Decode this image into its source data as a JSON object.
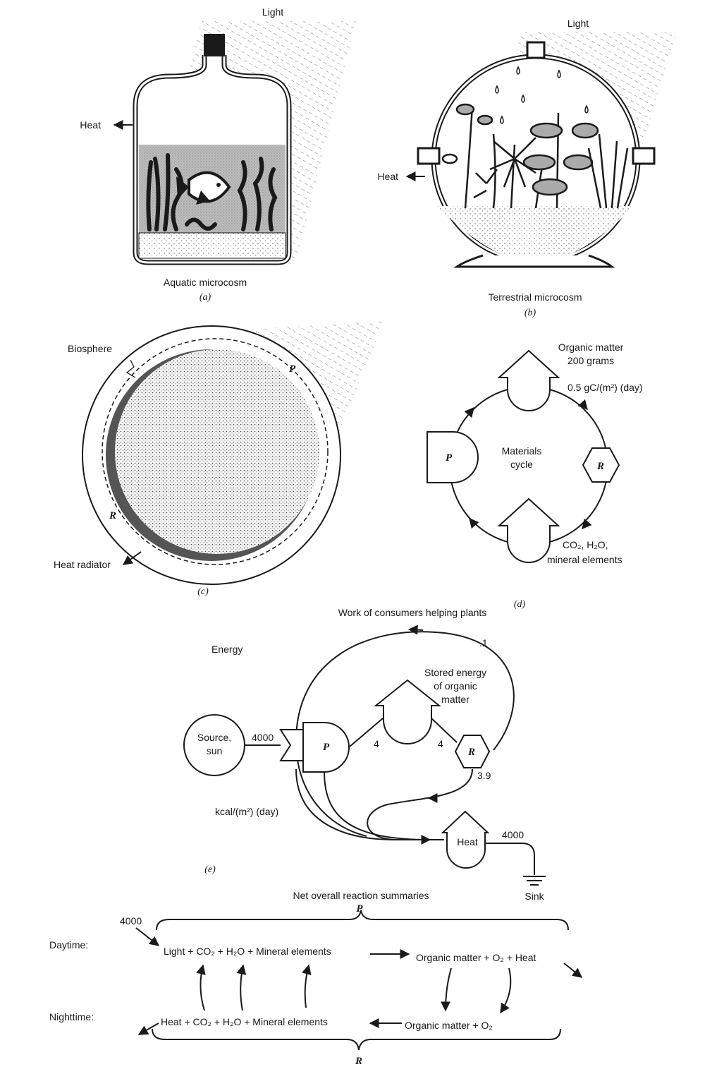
{
  "panel_a": {
    "light": "Light",
    "heat": "Heat",
    "title": "Aquatic microcosm",
    "letter": "(a)"
  },
  "panel_b": {
    "light": "Light",
    "heat": "Heat",
    "title": "Terrestrial microcosm",
    "letter": "(b)"
  },
  "panel_c": {
    "biosphere": "Biosphere",
    "p": "P",
    "r": "R",
    "heat_radiator": "Heat radiator",
    "letter": "(c)"
  },
  "panel_d": {
    "organic_matter": "Organic matter",
    "grams": "200 grams",
    "rate": "0.5 gC/(m²) (day)",
    "p": "P",
    "materials": "Materials",
    "cycle": "cycle",
    "r": "R",
    "co2": "CO₂, H₂O,",
    "minerals": "mineral elements",
    "letter": "(d)"
  },
  "panel_e": {
    "work": "Work of consumers helping plants",
    "energy": "Energy",
    "work_value": ".1",
    "stored_1": "Stored energy",
    "stored_2": "of organic",
    "stored_3": "matter",
    "source_1": "Source,",
    "source_2": "sun",
    "input": "4000",
    "p": "P",
    "flow_pr_1": "4",
    "flow_pr_2": "4",
    "r": "R",
    "r_loss": "3.9",
    "units": "kcal/(m²) (day)",
    "heat": "Heat",
    "heat_value": "4000",
    "sink": "Sink",
    "letter": "(e)"
  },
  "summary": {
    "title": "Net overall reaction summaries",
    "p": "P",
    "input": "4000",
    "daytime": "Daytime:",
    "day_left": "Light + CO₂ + H₂O + Mineral elements",
    "day_right": "Organic matter + O₂ + Heat",
    "nighttime": "Nighttime:",
    "night_left": "Heat + CO₂ + H₂O + Mineral elements",
    "night_right": "Organic matter + O₂",
    "r": "R"
  }
}
